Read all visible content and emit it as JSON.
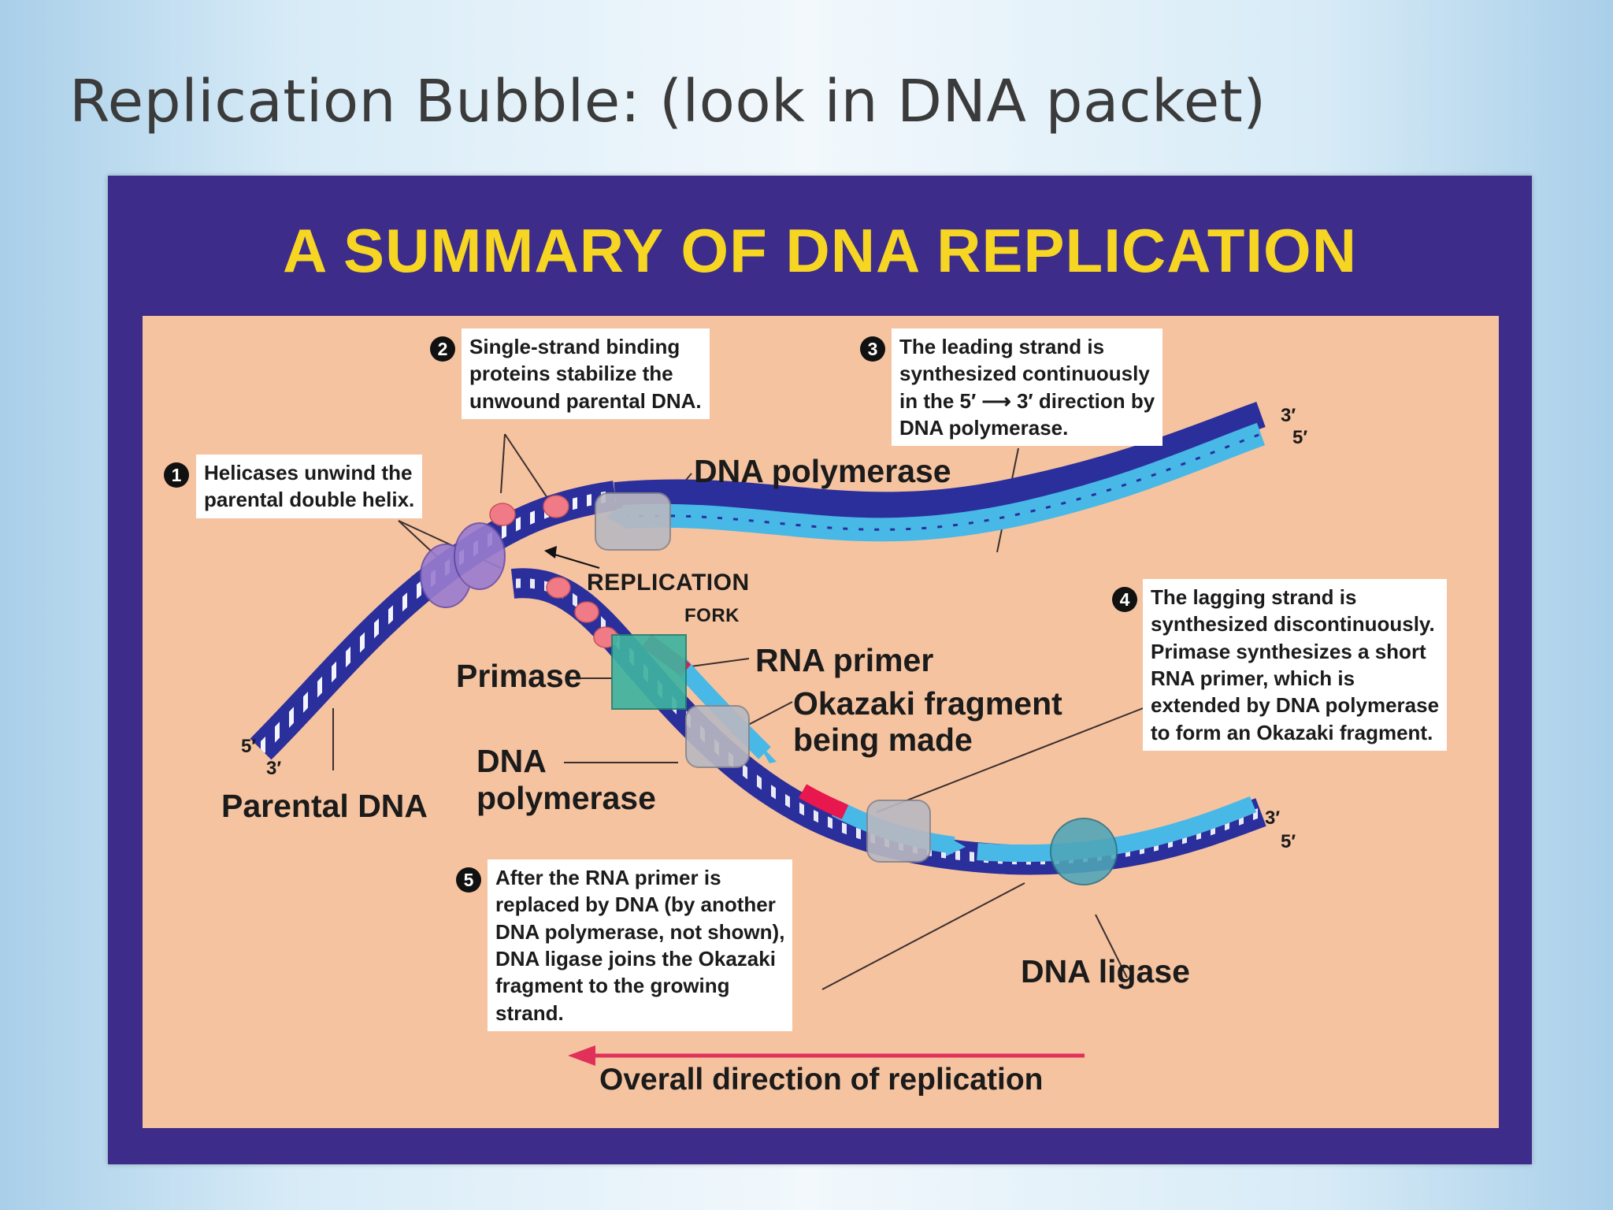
{
  "slide": {
    "title": "Replication Bubble: (look in DNA packet)"
  },
  "figure": {
    "banner": "A SUMMARY OF DNA REPLICATION",
    "colors": {
      "frame": "#3d2c8a",
      "panel": "#f6c3a0",
      "banner_text": "#f6d623",
      "parental_strand": "#2b2f9c",
      "new_strand": "#48b8e6",
      "rna_primer": "#e8174e",
      "primase": "#3fb3a0",
      "ssb_protein": "#f07a86",
      "helicase": "#9a7dd0",
      "polymerase": "#b9b9c1",
      "arrow": "#e0315a"
    },
    "steps": [
      {
        "number": "1",
        "lines": [
          "Helicases unwind the",
          "parental double helix."
        ]
      },
      {
        "number": "2",
        "lines": [
          "Single-strand binding",
          "proteins stabilize the",
          "unwound parental DNA."
        ]
      },
      {
        "number": "3",
        "lines": [
          "The leading strand is",
          "synthesized continuously",
          "in the 5′ ⟶ 3′ direction by",
          "DNA polymerase."
        ]
      },
      {
        "number": "4",
        "lines": [
          "The lagging strand is",
          "synthesized discontinuously.",
          "Primase synthesizes a short",
          "RNA primer, which is",
          "extended by DNA polymerase",
          "to form an Okazaki fragment."
        ]
      },
      {
        "number": "5",
        "lines": [
          "After the RNA primer is",
          "replaced by DNA (by another",
          "DNA polymerase, not shown),",
          "DNA ligase joins the Okazaki",
          "fragment to the growing",
          "strand."
        ]
      }
    ],
    "labels": {
      "dna_polymerase_top": "DNA polymerase",
      "replication_fork_line1": "REPLICATION",
      "replication_fork_line2": "FORK",
      "rna_primer": "RNA primer",
      "okazaki_line1": "Okazaki fragment",
      "okazaki_line2": "being made",
      "primase": "Primase",
      "dna_polymerase_bottom_line1": "DNA",
      "dna_polymerase_bottom_line2": "polymerase",
      "parental_dna": "Parental DNA",
      "dna_ligase": "DNA ligase",
      "overall_direction": "Overall direction of replication"
    },
    "strand_ends": {
      "parental_5": "5′",
      "parental_3": "3′",
      "leading_top_3": "3′",
      "leading_top_5": "5′",
      "lagging_end_3": "3′",
      "lagging_end_5": "5′"
    }
  }
}
